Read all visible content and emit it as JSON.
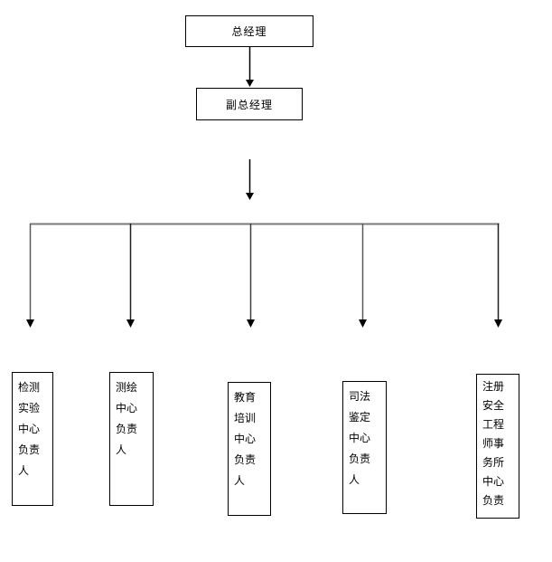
{
  "diagram": {
    "type": "org-chart",
    "root": {
      "label": "总经理"
    },
    "deputy": {
      "label": "副总经理"
    },
    "departments": [
      {
        "label": "检测\n实验\n中心\n负责\n人"
      },
      {
        "label": "测绘\n中心\n负责\n人"
      },
      {
        "label": "教育\n培训\n中心\n负责\n人"
      },
      {
        "label": "司法\n鉴定\n中心\n负责\n人"
      },
      {
        "label": "注册\n安全\n工程\n师事\n务所\n中心\n负责"
      }
    ],
    "colors": {
      "background": "#ffffff",
      "box_border": "#000000",
      "text": "#000000",
      "arrow_dark": "#000000",
      "branch_line_gray": "#7a7a7a",
      "drop_line": "#3f3f3f"
    }
  }
}
